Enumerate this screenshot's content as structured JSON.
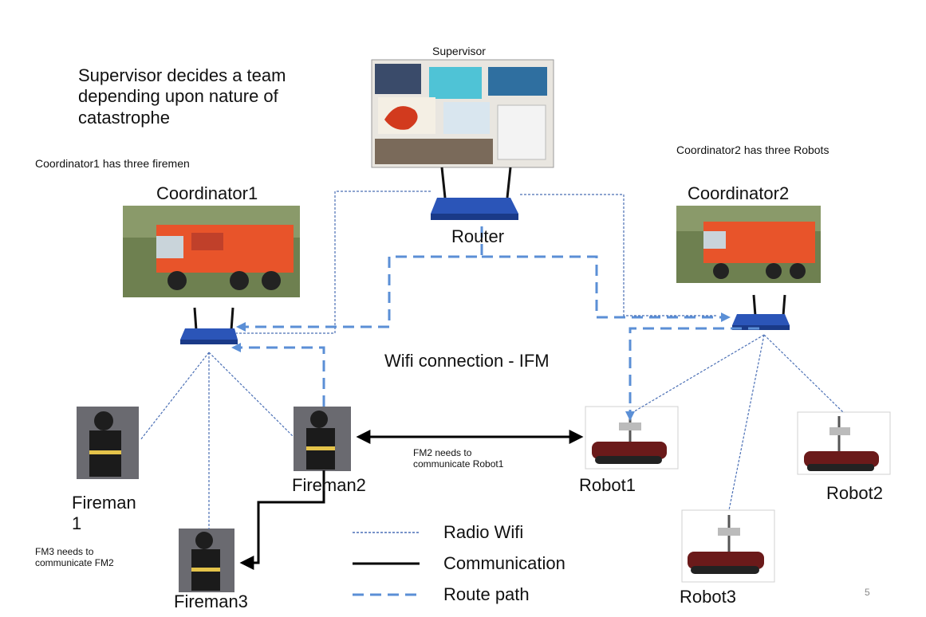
{
  "texts": {
    "supervisor_title": "Supervisor",
    "supervisor_note": "Supervisor decides a team depending upon nature of catastrophe",
    "coord1_note": "Coordinator1 has three firemen",
    "coord1_label": "Coordinator1",
    "coord2_note": "Coordinator2 has three Robots",
    "coord2_label": "Coordinator2",
    "router_label": "Router",
    "wifi_label": "Wifi connection - IFM",
    "fm2_note": "FM2 needs to communicate Robot1",
    "fm3_note": "FM3 needs to communicate FM2",
    "fireman1": "Fireman\n1",
    "fireman2": "Fireman2",
    "fireman3": "Fireman3",
    "robot1": "Robot1",
    "robot2": "Robot2",
    "robot3": "Robot3",
    "page_number": "5"
  },
  "legend": [
    {
      "label": "Radio Wifi",
      "style": "dotted"
    },
    {
      "label": "Communication",
      "style": "solid"
    },
    {
      "label": "Route path",
      "style": "dashed"
    }
  ],
  "colors": {
    "radio": "#4a6fb5",
    "route": "#5b8fd6",
    "comm": "#000000",
    "router_body": "#2b55b8",
    "truck": "#e8542a",
    "robot": "#6b1a1a"
  }
}
